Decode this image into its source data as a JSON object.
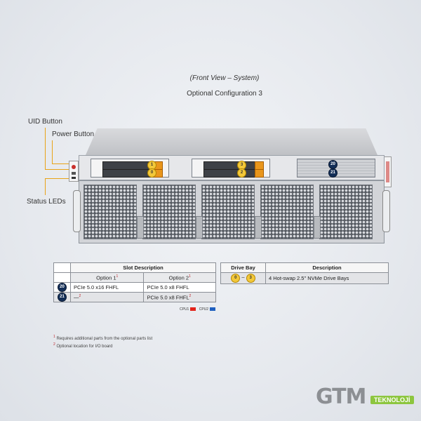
{
  "header": {
    "view_title": "(Front View – System)",
    "config_title": "Optional Configuration 3"
  },
  "callouts": {
    "uid": "UID Button",
    "power": "Power Button",
    "status": "Status LEDs"
  },
  "drive_badges": [
    "1",
    "0",
    "3",
    "2"
  ],
  "slot_badges": [
    "20",
    "21"
  ],
  "slot_table": {
    "title": "Slot Description",
    "col1": "Option 1",
    "col2": "Option 2",
    "sup1": "1",
    "sup2": "1",
    "rows": [
      {
        "slot": "20",
        "opt1": "PCIe 5.0 x16 FHFL",
        "opt2": "PCIe 5.0 x8 FHFL",
        "opt1_sup": "",
        "opt2_sup": ""
      },
      {
        "slot": "21",
        "opt1": "—",
        "opt2": "PCIe 5.0 x8 FHFL",
        "opt1_sup": "2",
        "opt2_sup": "2"
      }
    ]
  },
  "cpu_legend": {
    "cpu1": "CPU1",
    "cpu1_color": "#e2231a",
    "cpu2": "CPU2",
    "cpu2_color": "#1f5fbf"
  },
  "bay_table": {
    "col1": "Drive Bay",
    "col2": "Description",
    "bay_from": "0",
    "bay_sep": "–",
    "bay_to": "3",
    "description": "4 Hot-swap 2.5\" NVMe Drive Bays"
  },
  "footnotes": {
    "n1_mark": "1",
    "n1": "Requires additional parts from the optional parts list",
    "n2_mark": "2",
    "n2": "Optional location for I/O board"
  },
  "brand": {
    "name": "GTM",
    "tag": "TEKNOLOJİ"
  },
  "colors": {
    "accent_yellow": "#f3c83a",
    "badge_navy": "#132e57",
    "lead_line": "#e8a317"
  }
}
